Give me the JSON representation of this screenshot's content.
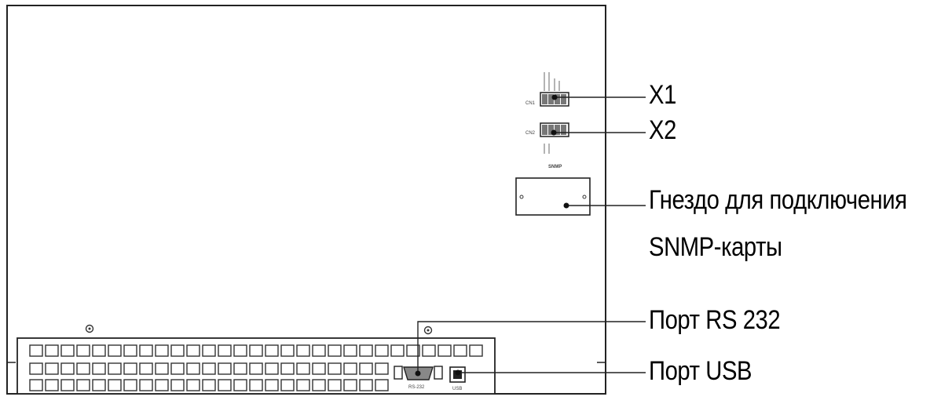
{
  "labels": {
    "x1": "X1",
    "x2": "X2",
    "snmp_line1": "Гнездо для подключения",
    "snmp_line2": "SNMP-карты",
    "rs232": "Порт RS 232",
    "usb": "Порт USB"
  },
  "panel_markings": {
    "cn1": "CN1",
    "cn2": "CN2",
    "snmp": "SNMP",
    "rs232": "RS-232",
    "usb": "USB"
  }
}
